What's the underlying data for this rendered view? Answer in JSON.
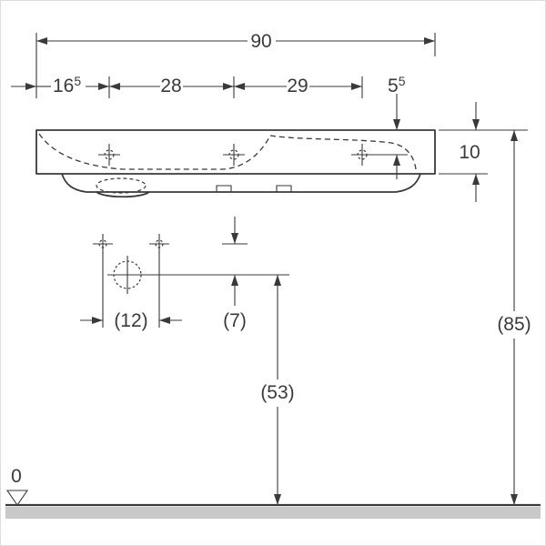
{
  "drawing": {
    "title": "washbasin-technical-dimension-drawing"
  },
  "dims": {
    "width": "90",
    "left_to_taphole": {
      "main": "16",
      "sup": "5"
    },
    "taphole_gap1": "28",
    "taphole_gap2": "29",
    "rim_to_taphole": {
      "main": "5",
      "sup": "5"
    },
    "rim_height": "10",
    "total_height": "(85)",
    "fixing_spacing": "(12)",
    "fixing_to_outlet": "(7)",
    "outlet_height": "(53)",
    "datum": "0"
  },
  "colors": {
    "line": "#3a3a3a",
    "ground_fill": "#c9c9c9",
    "background": "#ffffff"
  }
}
